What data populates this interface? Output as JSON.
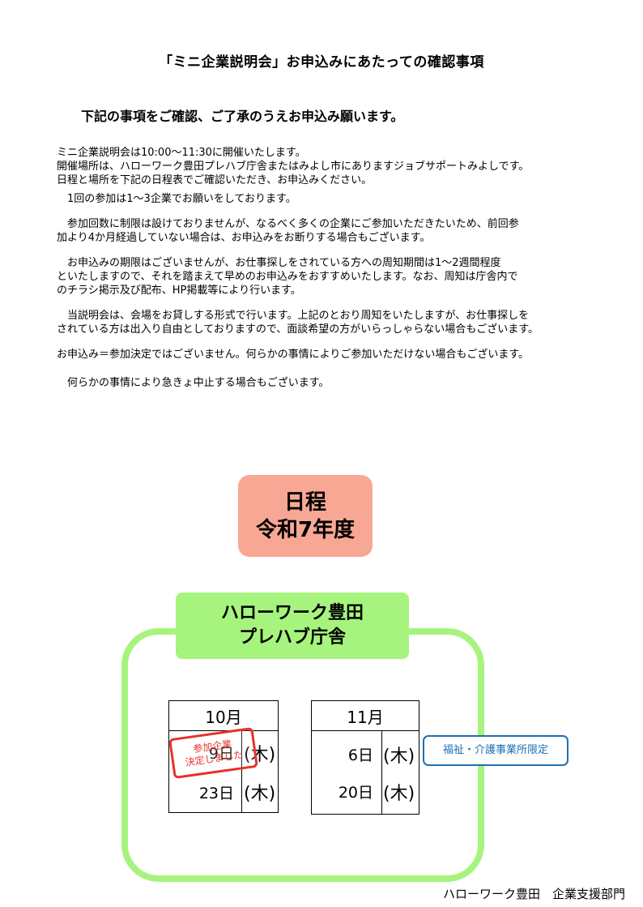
{
  "title": "「ミニ企業説明会」お申込みにあたっての確認事項",
  "intro": "下記の事項をご確認、ご了承のうえお申込み願います。",
  "notes": [
    "ミニ企業説明会は10:00～11:30に開催いたします。",
    "開催場所は、ハローワーク豊田プレハブ庁舎またはみよし市にありますジョブサポートみよしです。",
    "日程と場所を下記の日程表でご確認いただき、お申込みください。",
    "　1回の参加は1～3企業でお願いをしております。",
    "　参加回数に制限は設けておりませんが、なるべく多くの企業にご参加いただきたいため、前回参",
    "加より4か月経過していない場合は、お申込みをお断りする場合もございます。",
    "　お申込みの期限はございませんが、お仕事探しをされている方への周知期間は1～2週間程度",
    "といたしますので、それを踏まえて早めのお申込みをおすすめいたします。なお、周知は庁舎内で",
    "のチラシ掲示及び配布、HP掲載等により行います。",
    "　当説明会は、会場をお貸しする形式で行います。上記のとおり周知をいたしますが、お仕事探しを",
    "されている方は出入り自由としておりますので、面談希望の方がいらっしゃらない場合もございます。",
    " お申込み＝参加決定ではございません。何らかの事情によりご参加いただけない場合もございます。",
    "　何らかの事情により急きょ中止する場合もございます。"
  ],
  "schedule_badge": {
    "line1": "日程",
    "line2": "令和7年度"
  },
  "venue": {
    "line1": "ハローワーク豊田",
    "line2": "プレハブ庁舎"
  },
  "calendars": [
    {
      "month": "10月",
      "entries": [
        {
          "day": "9日",
          "weekday": "(木)"
        },
        {
          "day": "23日",
          "weekday": "(木)"
        }
      ]
    },
    {
      "month": "11月",
      "entries": [
        {
          "day": "6日",
          "weekday": "(木)"
        },
        {
          "day": "20日",
          "weekday": "(木)"
        }
      ]
    }
  ],
  "stamp": {
    "line1": "参加企業",
    "line2": "決定しました"
  },
  "callout": "福祉・介護事業所限定",
  "footer": "ハローワーク豊田　企業支援部門",
  "colors": {
    "schedule_badge": "#f9a795",
    "venue_green": "#a6f47e",
    "stamp_red": "#e8312d",
    "callout_blue": "#1f6fb3"
  }
}
